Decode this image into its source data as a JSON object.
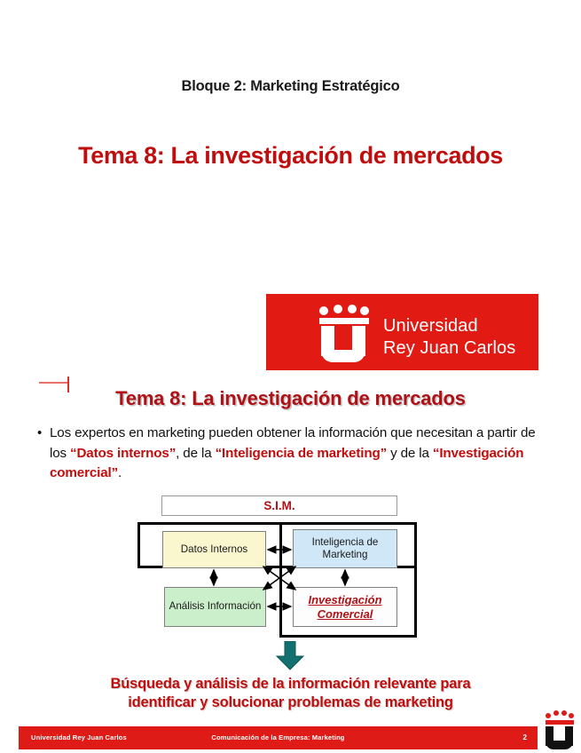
{
  "slide": {
    "block_heading": "Bloque 2: Marketing Estratégico",
    "main_title": "Tema 8: La investigación de mercados",
    "slide_title": "Tema 8: La investigación de mercados",
    "accent_red": "#C00D0D",
    "banner_red": "#E11B14",
    "teal": "#14716F"
  },
  "logo": {
    "line1": "Universidad",
    "line2": "Rey Juan Carlos",
    "icon": "urjc-crown-u-logo"
  },
  "bullet": {
    "marker": "•",
    "segments": [
      {
        "text": "Los expertos en marketing pueden obtener la información que necesitan a partir de los ",
        "highlight": false
      },
      {
        "text": "“Datos internos”",
        "highlight": true
      },
      {
        "text": ", de la ",
        "highlight": false
      },
      {
        "text": "“Inteligencia de marketing”",
        "highlight": true
      },
      {
        "text": " y de la ",
        "highlight": false
      },
      {
        "text": "“Investigación comercial”",
        "highlight": true
      },
      {
        "text": ".",
        "highlight": false
      }
    ],
    "plain_text": "Los expertos en marketing pueden obtener la información que necesitan a partir de los “Datos internos”, de la “Inteligencia de marketing” y de la “Investigación comercial”."
  },
  "diagram": {
    "sim_label": "S.I.M.",
    "boxes": [
      {
        "id": "datos-internos",
        "label": "Datos Internos",
        "color": "#FAF7CF"
      },
      {
        "id": "inteligencia-marketing",
        "label": "Inteligencia de Marketing",
        "color": "#CFE7F7"
      },
      {
        "id": "analisis-informacion",
        "label": "Análisis Información",
        "color": "#CCEFCB"
      },
      {
        "id": "investigacion-comercial",
        "label": "Investigación Comercial",
        "color": "#FDFDFD"
      }
    ],
    "arrow_icon": "down-arrow-icon"
  },
  "conclusion": {
    "line1": "Búsqueda y análisis de la información relevante para",
    "line2": "identificar y solucionar problemas de marketing"
  },
  "footer": {
    "left": "Universidad Rey Juan Carlos",
    "center": "Comunicación de la Empresa: Marketing",
    "page": "2",
    "logo_icon": "urjc-crown-u-logo"
  }
}
